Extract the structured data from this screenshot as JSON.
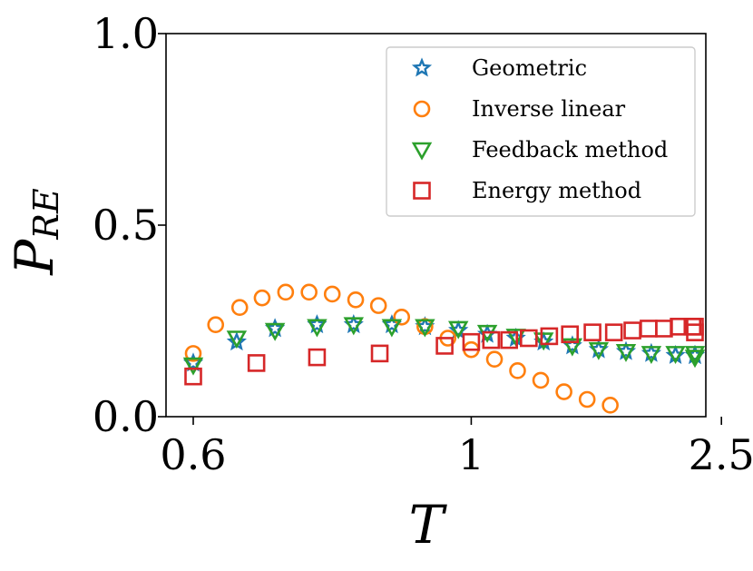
{
  "chart_data": {
    "type": "scatter",
    "xlabel": "T",
    "ylabel": {
      "main": "P",
      "sub": "RE"
    },
    "ylim": [
      0,
      1
    ],
    "xlim": [
      0.6,
      2.5
    ],
    "x_scale": "reciprocal",
    "xticks": [
      0.6,
      1,
      2.5
    ],
    "xtick_labels": [
      "0.6",
      "1",
      "2.5"
    ],
    "yticks": [
      0,
      0.5,
      1
    ],
    "ytick_labels": [
      "0.0",
      "0.5",
      "1.0"
    ],
    "grid": false,
    "legend_position": "top-right",
    "series": [
      {
        "name": "Geometric",
        "marker": "star",
        "color": "#1f77b4",
        "points": [
          [
            0.6,
            0.14
          ],
          [
            0.64,
            0.195
          ],
          [
            0.68,
            0.23
          ],
          [
            0.73,
            0.24
          ],
          [
            0.78,
            0.24
          ],
          [
            0.84,
            0.24
          ],
          [
            0.9,
            0.235
          ],
          [
            0.97,
            0.225
          ],
          [
            1.04,
            0.215
          ],
          [
            1.12,
            0.205
          ],
          [
            1.21,
            0.195
          ],
          [
            1.32,
            0.185
          ],
          [
            1.44,
            0.175
          ],
          [
            1.59,
            0.17
          ],
          [
            1.76,
            0.165
          ],
          [
            1.96,
            0.16
          ],
          [
            2.21,
            0.16
          ],
          [
            2.43,
            0.16
          ]
        ]
      },
      {
        "name": "Inverse linear",
        "marker": "circle",
        "color": "#ff7f0e",
        "points": [
          [
            0.6,
            0.165
          ],
          [
            0.62,
            0.24
          ],
          [
            0.643,
            0.285
          ],
          [
            0.666,
            0.31
          ],
          [
            0.692,
            0.325
          ],
          [
            0.72,
            0.325
          ],
          [
            0.75,
            0.32
          ],
          [
            0.783,
            0.305
          ],
          [
            0.818,
            0.29
          ],
          [
            0.857,
            0.26
          ],
          [
            0.9,
            0.235
          ],
          [
            0.947,
            0.205
          ],
          [
            1.0,
            0.175
          ],
          [
            1.059,
            0.15
          ],
          [
            1.125,
            0.12
          ],
          [
            1.2,
            0.095
          ],
          [
            1.286,
            0.065
          ],
          [
            1.385,
            0.045
          ],
          [
            1.5,
            0.03
          ]
        ]
      },
      {
        "name": "Feedback method",
        "marker": "triangle-down",
        "color": "#2ca02c",
        "points": [
          [
            0.6,
            0.135
          ],
          [
            0.64,
            0.205
          ],
          [
            0.68,
            0.225
          ],
          [
            0.73,
            0.235
          ],
          [
            0.78,
            0.24
          ],
          [
            0.84,
            0.235
          ],
          [
            0.9,
            0.235
          ],
          [
            0.97,
            0.23
          ],
          [
            1.04,
            0.22
          ],
          [
            1.12,
            0.21
          ],
          [
            1.21,
            0.2
          ],
          [
            1.32,
            0.185
          ],
          [
            1.44,
            0.175
          ],
          [
            1.59,
            0.17
          ],
          [
            1.76,
            0.165
          ],
          [
            1.96,
            0.165
          ],
          [
            2.21,
            0.165
          ],
          [
            2.43,
            0.155
          ]
        ]
      },
      {
        "name": "Energy method",
        "marker": "square",
        "color": "#d62728",
        "points": [
          [
            0.6,
            0.105
          ],
          [
            0.66,
            0.14
          ],
          [
            0.73,
            0.155
          ],
          [
            0.82,
            0.165
          ],
          [
            0.94,
            0.185
          ],
          [
            1.0,
            0.195
          ],
          [
            1.05,
            0.2
          ],
          [
            1.1,
            0.2
          ],
          [
            1.16,
            0.205
          ],
          [
            1.23,
            0.21
          ],
          [
            1.31,
            0.215
          ],
          [
            1.41,
            0.22
          ],
          [
            1.52,
            0.22
          ],
          [
            1.63,
            0.225
          ],
          [
            1.74,
            0.23
          ],
          [
            1.86,
            0.23
          ],
          [
            1.99,
            0.235
          ],
          [
            2.13,
            0.235
          ],
          [
            2.27,
            0.235
          ],
          [
            2.44,
            0.22
          ]
        ]
      }
    ]
  }
}
